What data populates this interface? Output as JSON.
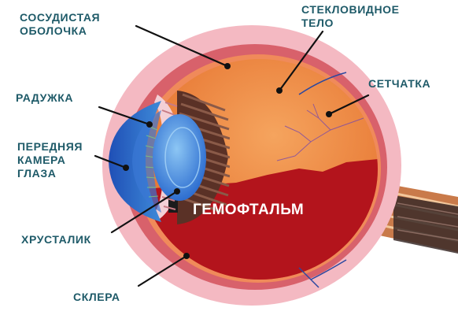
{
  "labels": {
    "vascular_l1": "СОСУДИСТАЯ",
    "vascular_l2": "ОБОЛОЧКА",
    "vitreous_l1": "СТЕКЛОВИДНОЕ",
    "vitreous_l2": "ТЕЛО",
    "retina": "СЕТЧАТКА",
    "iris": "РАДУЖКА",
    "chamber_l1": "ПЕРЕДНЯЯ",
    "chamber_l2": "КАМЕРА",
    "chamber_l3": "ГЛАЗА",
    "lens": "ХРУСТАЛИК",
    "sclera": "СКЛЕРА",
    "hemophthalmos": "ГЕМОФТАЛЬМ"
  },
  "colors": {
    "label_text": "#1e5a68",
    "leader_line": "#111111",
    "sclera": "#f4b9c2",
    "choroid": "#d8616b",
    "vitreous": "#e87a36",
    "blood": "#b3141c",
    "cornea": "#2a64c8",
    "lens": "#4b8fde",
    "ciliary": "#5a3126"
  }
}
